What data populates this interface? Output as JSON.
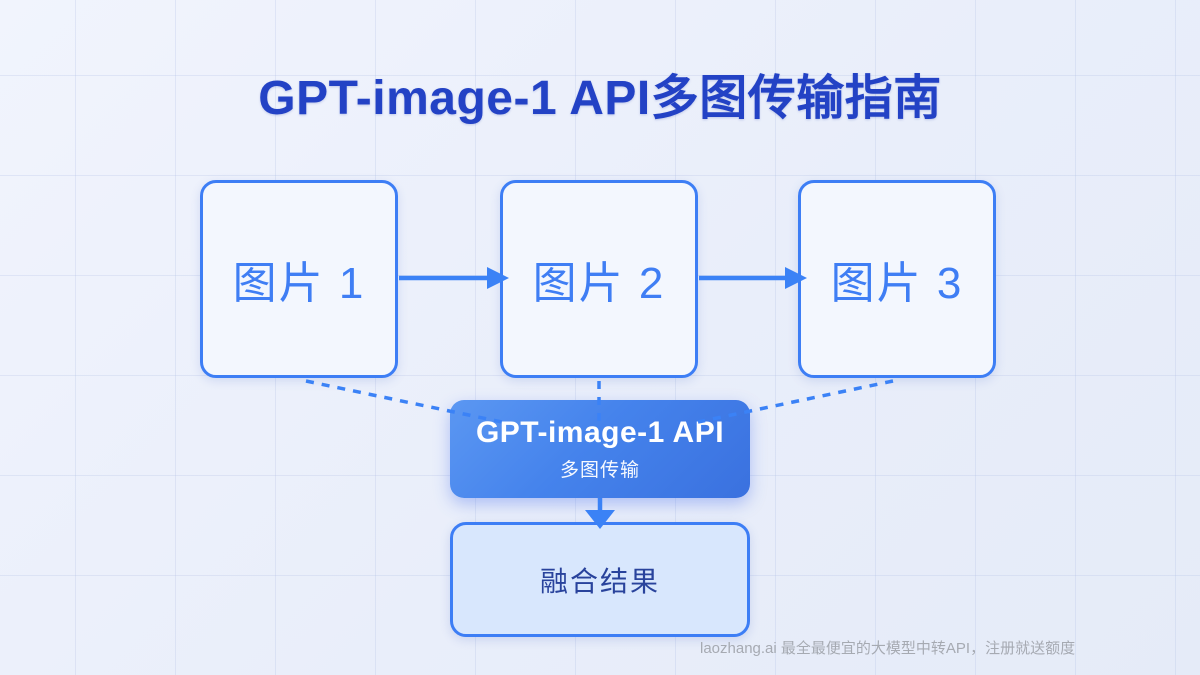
{
  "title": "GPT-image-1 API多图传输指南",
  "diagram": {
    "nodes": [
      {
        "id": "image1",
        "label": "图片 1"
      },
      {
        "id": "image2",
        "label": "图片 2"
      },
      {
        "id": "image3",
        "label": "图片 3"
      },
      {
        "id": "api",
        "label": "GPT-image-1 API",
        "sublabel": "多图传输"
      },
      {
        "id": "result",
        "label": "融合结果"
      }
    ],
    "edges": [
      {
        "from": "image1",
        "to": "image2",
        "style": "solid-arrow"
      },
      {
        "from": "image2",
        "to": "image3",
        "style": "solid-arrow"
      },
      {
        "from": "image1",
        "to": "api",
        "style": "dashed"
      },
      {
        "from": "image2",
        "to": "api",
        "style": "dashed"
      },
      {
        "from": "image3",
        "to": "api",
        "style": "dashed"
      },
      {
        "from": "api",
        "to": "result",
        "style": "solid-arrow"
      }
    ]
  },
  "watermark": "laozhang.ai 最全最便宜的大模型中转API，注册就送额度",
  "colors": {
    "accent": "#3b82f6",
    "title_text": "#2342c5",
    "node_border": "#3d7ef5",
    "node_text": "#3f7ef4",
    "node_fill": "#f3f7fe",
    "api_gradient_start": "#5b97f2",
    "api_gradient_end": "#3a71df",
    "api_text": "#ffffff",
    "result_fill": "#d8e7fd",
    "result_text": "#29439c",
    "watermark_text": "#a6aab2"
  }
}
